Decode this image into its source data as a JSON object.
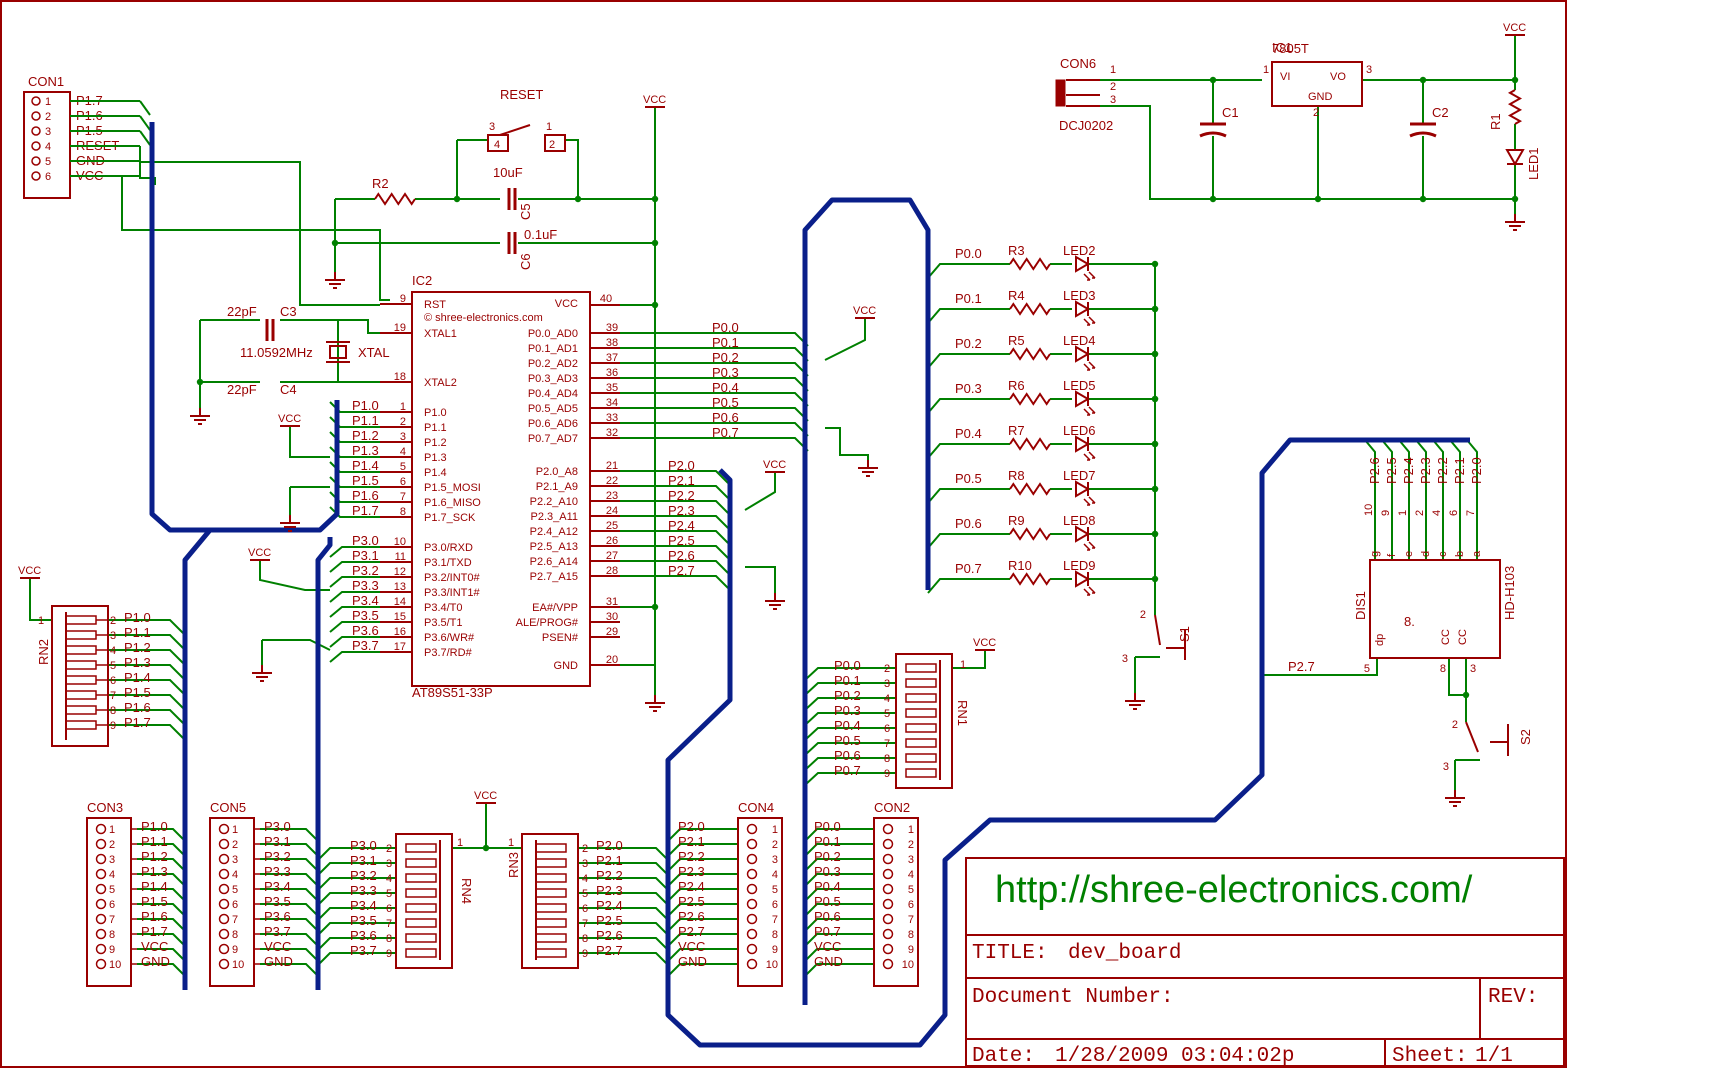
{
  "colors": {
    "frame": "#990000",
    "wire": "#008000",
    "bus": "#0a1f8a",
    "text": "#990000"
  },
  "titleblock": {
    "url": "http://shree-electronics.com/",
    "title_label": "TITLE:",
    "title_value": "dev_board",
    "docnum_label": "Document Number:",
    "rev_label": "REV:",
    "date_label": "Date:",
    "date_value": "1/28/2009 03:04:02p",
    "sheet_label": "Sheet:",
    "sheet_value": "1/1"
  },
  "power": {
    "vcc": "VCC"
  },
  "con1": {
    "name": "CON1",
    "pins": [
      "1",
      "2",
      "3",
      "4",
      "5",
      "6"
    ],
    "nets": [
      "P1.7",
      "P1.6",
      "P1.5",
      "RESET",
      "GND",
      "VCC"
    ]
  },
  "reset": {
    "name": "RESET",
    "pins": [
      "3",
      "4",
      "2",
      "1"
    ]
  },
  "r2": "R2",
  "c5": {
    "name": "C5",
    "value": "10uF"
  },
  "c6": {
    "name": "C6",
    "value": "0.1uF"
  },
  "c3": {
    "name": "C3",
    "value": "22pF"
  },
  "c4": {
    "name": "C4",
    "value": "22pF"
  },
  "xtal": {
    "name": "XTAL",
    "value": "11.0592MHz"
  },
  "ic2": {
    "name": "IC2",
    "part": "AT89S51-33P",
    "copyright": "© shree-electronics.com",
    "left": [
      [
        "RST",
        "9"
      ],
      [
        "XTAL1",
        "19"
      ],
      [
        "XTAL2",
        "18"
      ],
      [
        "P1.0",
        "1"
      ],
      [
        "P1.1",
        "2"
      ],
      [
        "P1.2",
        "3"
      ],
      [
        "P1.3",
        "4"
      ],
      [
        "P1.4",
        "5"
      ],
      [
        "P1.5_MOSI",
        "6"
      ],
      [
        "P1.6_MISO",
        "7"
      ],
      [
        "P1.7_SCK",
        "8"
      ],
      [
        "P3.0/RXD",
        "10"
      ],
      [
        "P3.1/TXD",
        "11"
      ],
      [
        "P3.2/INT0#",
        "12"
      ],
      [
        "P3.3/INT1#",
        "13"
      ],
      [
        "P3.4/T0",
        "14"
      ],
      [
        "P3.5/T1",
        "15"
      ],
      [
        "P3.6/WR#",
        "16"
      ],
      [
        "P3.7/RD#",
        "17"
      ]
    ],
    "right_top": [
      [
        "VCC",
        "40"
      ]
    ],
    "right_p0": [
      [
        "P0.0_AD0",
        "39"
      ],
      [
        "P0.1_AD1",
        "38"
      ],
      [
        "P0.2_AD2",
        "37"
      ],
      [
        "P0.3_AD3",
        "36"
      ],
      [
        "P0.4_AD4",
        "35"
      ],
      [
        "P0.5_AD5",
        "34"
      ],
      [
        "P0.6_AD6",
        "33"
      ],
      [
        "P0.7_AD7",
        "32"
      ]
    ],
    "right_p2": [
      [
        "P2.0_A8",
        "21"
      ],
      [
        "P2.1_A9",
        "22"
      ],
      [
        "P2.2_A10",
        "23"
      ],
      [
        "P2.3_A11",
        "24"
      ],
      [
        "P2.4_A12",
        "25"
      ],
      [
        "P2.5_A13",
        "26"
      ],
      [
        "P2.6_A14",
        "27"
      ],
      [
        "P2.7_A15",
        "28"
      ]
    ],
    "right_ctrl": [
      [
        "EA#/VPP",
        "31"
      ],
      [
        "ALE/PROG#",
        "30"
      ],
      [
        "PSEN#",
        "29"
      ],
      [
        "GND",
        "20"
      ]
    ]
  },
  "p1_nets": [
    "P1.0",
    "P1.1",
    "P1.2",
    "P1.3",
    "P1.4",
    "P1.5",
    "P1.6",
    "P1.7"
  ],
  "p3_nets": [
    "P3.0",
    "P3.1",
    "P3.2",
    "P3.3",
    "P3.4",
    "P3.5",
    "P3.6",
    "P3.7"
  ],
  "p0_nets": [
    "P0.0",
    "P0.1",
    "P0.2",
    "P0.3",
    "P0.4",
    "P0.5",
    "P0.6",
    "P0.7"
  ],
  "p2_nets": [
    "P2.0",
    "P2.1",
    "P2.2",
    "P2.3",
    "P2.4",
    "P2.5",
    "P2.6",
    "P2.7"
  ],
  "p1_left_pins": [
    "1",
    "2",
    "3",
    "4",
    "5",
    "6",
    "7",
    "8"
  ],
  "p3_left_pins": [
    "10",
    "11",
    "12",
    "13",
    "14",
    "15",
    "16",
    "17"
  ],
  "rn_pins": [
    "2",
    "3",
    "4",
    "5",
    "6",
    "7",
    "8",
    "9"
  ],
  "con_pins": [
    "1",
    "2",
    "3",
    "4",
    "5",
    "6",
    "7",
    "8",
    "9",
    "10"
  ],
  "rn1": "RN1",
  "rn2": "RN2",
  "rn3": "RN3",
  "rn4": "RN4",
  "rn_common": "1",
  "con3": {
    "name": "CON3",
    "nets": [
      "P1.0",
      "P1.1",
      "P1.2",
      "P1.3",
      "P1.4",
      "P1.5",
      "P1.6",
      "P1.7",
      "VCC",
      "GND"
    ]
  },
  "con5": {
    "name": "CON5",
    "nets": [
      "P3.0",
      "P3.1",
      "P3.2",
      "P3.3",
      "P3.4",
      "P3.5",
      "P3.6",
      "P3.7",
      "VCC",
      "GND"
    ]
  },
  "con4": {
    "name": "CON4",
    "nets": [
      "P2.0",
      "P2.1",
      "P2.2",
      "P2.3",
      "P2.4",
      "P2.5",
      "P2.6",
      "P2.7",
      "VCC",
      "GND"
    ]
  },
  "con2": {
    "name": "CON2",
    "nets": [
      "P0.0",
      "P0.1",
      "P0.2",
      "P0.3",
      "P0.4",
      "P0.5",
      "P0.6",
      "P0.7",
      "VCC",
      "GND"
    ]
  },
  "leds": {
    "res": [
      "R3",
      "R4",
      "R5",
      "R6",
      "R7",
      "R8",
      "R9",
      "R10"
    ],
    "led": [
      "LED2",
      "LED3",
      "LED4",
      "LED5",
      "LED6",
      "LED7",
      "LED8",
      "LED9"
    ]
  },
  "s1": {
    "name": "S1",
    "pins": [
      "2",
      "3"
    ]
  },
  "s2": {
    "name": "S2",
    "pins": [
      "2",
      "3"
    ]
  },
  "psu": {
    "con6": "CON6",
    "jack": "DCJ0202",
    "jack_pins": [
      "1",
      "2",
      "3"
    ],
    "ic1": "IC1",
    "reg": "7805T",
    "vi": "VI",
    "vo": "VO",
    "gnd": "GND",
    "vi_pin": "1",
    "vo_pin": "3",
    "gnd_pin": "2",
    "c1": "C1",
    "c2": "C2",
    "r1": "R1",
    "led1": "LED1"
  },
  "dis1": {
    "name": "DIS1",
    "part": "HD-H103",
    "nets": [
      "P2.6",
      "P2.5",
      "P2.4",
      "P2.3",
      "P2.2",
      "P2.1",
      "P2.0"
    ],
    "pins": [
      "10",
      "9",
      "1",
      "2",
      "4",
      "6",
      "7"
    ],
    "segs": [
      "g",
      "f",
      "e",
      "d",
      "c",
      "b",
      "a"
    ],
    "digit": "8.",
    "dp": "dp",
    "dp_pin": "5",
    "dp_net": "P2.7",
    "cc": "CC",
    "cc_pins": [
      "8",
      "3"
    ]
  }
}
